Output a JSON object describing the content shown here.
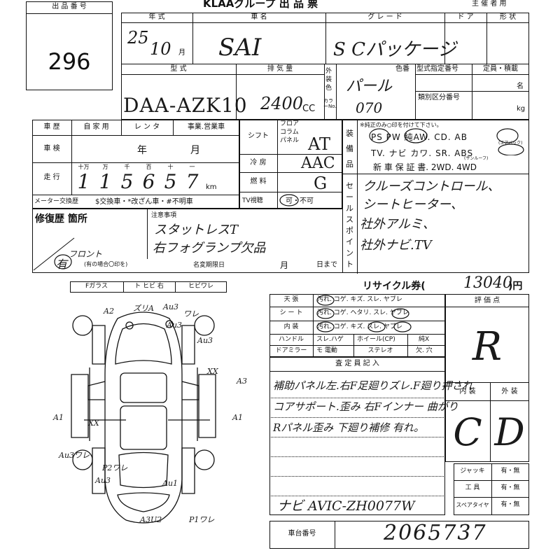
{
  "header": {
    "lot_label": "出 品 番 号",
    "lot_number": "296",
    "title": "KLAAグループ 出 品 票",
    "organizer": "主 催 者 用"
  },
  "vehicle": {
    "year_label": "年 式",
    "year": "25",
    "month": "10",
    "month_unit": "月",
    "name_label": "車 名",
    "name": "SAI",
    "grade_label": "グ レ ー ド",
    "grade": "S Cパッケージ",
    "door_label": "ド ア",
    "shape_label": "形 状",
    "model_label": "型 式",
    "model": "DAA-AZK10",
    "displacement_label": "排 気 量",
    "displacement": "2400",
    "cc": "CC",
    "exterior_label": "外装色",
    "color_label": "色番",
    "color_no_label": "カラーNo.",
    "color": "パール",
    "color_no": "070",
    "spec_no_label": "型式指定番号",
    "class_no_label": "類別区分番号",
    "capacity_label": "定員・積載",
    "person_unit": "名",
    "kg_unit": "kg"
  },
  "history": {
    "label": "車 歴",
    "options": [
      "自 家 用",
      "レ ン タ",
      "事業.営業車"
    ],
    "inspection_label": "車 検",
    "year_unit": "年",
    "month_unit": "月",
    "mileage_label": "走 行",
    "digit_labels": [
      "十万",
      "万",
      "千",
      "百",
      "十",
      "一"
    ],
    "digits": [
      "1",
      "1",
      "5",
      "6",
      "5",
      "7"
    ],
    "km": "km",
    "meter_label": "メーター交換歴",
    "meter_options": "$交換車・*改ざん車・#不明車"
  },
  "mech": {
    "shift_label": "シフト",
    "shift_options": [
      "フロア",
      "コラム",
      "パネル"
    ],
    "shift": "AT",
    "ac_label": "冷 房",
    "ac": "AAC",
    "fuel_label": "燃 料",
    "fuel": "G",
    "tv_label": "TV視聴",
    "tv_options": "可・不可"
  },
  "equipment": {
    "label": "装備品",
    "note": "※純正のみ○印を付けて下さい。",
    "line1": "PS PW 純AW. CD. AB",
    "line2": "TV. ナビ カワ. SR. ABS",
    "line3": "新 車 保 証 書. 2WD. 4WD",
    "sunroof": "(サンルーフ)",
    "airbag": "(エアバック)"
  },
  "sales_points": {
    "label": "セールスポイント",
    "lines": [
      "クルーズコントロール、",
      "シートヒーター、",
      "社外アルミ、",
      "社外ナビ.TV"
    ]
  },
  "repair": {
    "label": "修復歴 箇所",
    "cautions_label": "注意事項",
    "cautions": [
      "スタットレスT",
      "右フォグランプ欠品"
    ],
    "yes_label": "有",
    "front_note": "フロント",
    "if_yes": "(有の場合〇印を)",
    "deadline_label": "名変期限日",
    "month": "月",
    "until": "日まで"
  },
  "glass": {
    "items": [
      "Fガラス",
      "ト ヒビ 右",
      "ヒビワレ"
    ]
  },
  "recycle": {
    "label": "リサイクル券(",
    "value": "13040",
    "unit": ")円"
  },
  "condition": {
    "rows": [
      {
        "label": "天 張",
        "options": "汚れ. コゲ. キズ. スレ. ヤブレ"
      },
      {
        "label": "シ ー ト",
        "options": "汚れ. コゲ. ヘタリ. スレ. ヤブレ"
      },
      {
        "label": "内 装",
        "options": "汚れ. コゲ. キズ. スレ. ヤブレ"
      }
    ],
    "handle_label": "ハンドル",
    "handle_options": "スレ.ハゲ",
    "wheel_label": "ホイール(CP)",
    "wheel_value": "純Ⅹ",
    "mirror_label": "ドアミラー",
    "mirror_options": "モ 電動",
    "stereo_label": "ステレオ",
    "stereo_options": "欠. 穴"
  },
  "inspector": {
    "label": "査 定 員 記 入",
    "lines": [
      "補助パネル左.右F足廻りズレ.F廻り押され",
      "コアサポート.歪み 右Fインナー 曲がり",
      "Rパネル歪み 下廻り補修 有れ。"
    ],
    "navi": "ナビ AVIC-ZH0077W"
  },
  "score": {
    "label": "評 価 点",
    "overall": "R",
    "interior_label": "内 装",
    "exterior_label": "外 装",
    "interior": "C",
    "exterior": "D"
  },
  "accessories": [
    {
      "label": "ジャッキ",
      "options": "有・無"
    },
    {
      "label": "工 具",
      "options": "有・無"
    },
    {
      "label": "スペアタイヤ",
      "options": "有・無"
    }
  ],
  "chassis": {
    "label": "車台番号",
    "value": "2065737"
  },
  "diagram": {
    "marks": [
      "A2",
      "ズリA",
      "Au3",
      "ワレ",
      "Au3",
      "Au3",
      "XX",
      "A3",
      "A1",
      "XX",
      "A1",
      "Au3ワレ",
      "P2ワレ",
      "Au3",
      "Au1",
      "A3U2",
      "P1ワレ"
    ]
  }
}
